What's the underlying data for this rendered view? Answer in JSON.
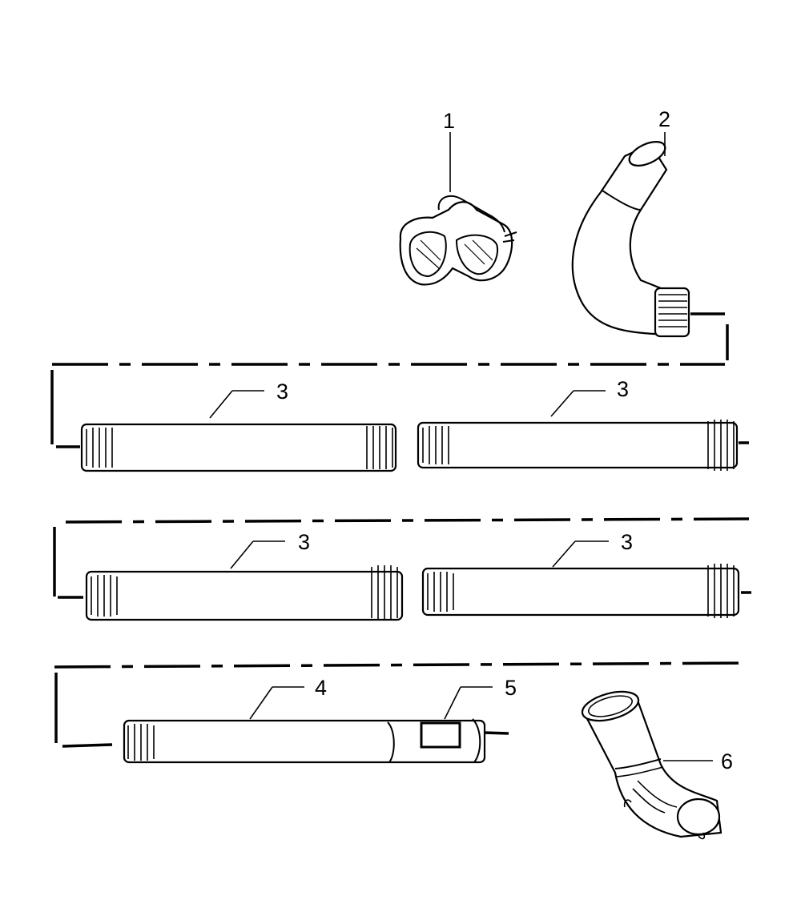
{
  "diagram": {
    "callouts": [
      {
        "id": "goggles",
        "label": "1"
      },
      {
        "id": "elbow-upper",
        "label": "2"
      },
      {
        "id": "tube-a",
        "label": "3"
      },
      {
        "id": "tube-b",
        "label": "3"
      },
      {
        "id": "tube-c",
        "label": "3"
      },
      {
        "id": "tube-d",
        "label": "3"
      },
      {
        "id": "nozzle-tube",
        "label": "4"
      },
      {
        "id": "nozzle-label",
        "label": "5"
      },
      {
        "id": "elbow-lower",
        "label": "6"
      }
    ]
  }
}
